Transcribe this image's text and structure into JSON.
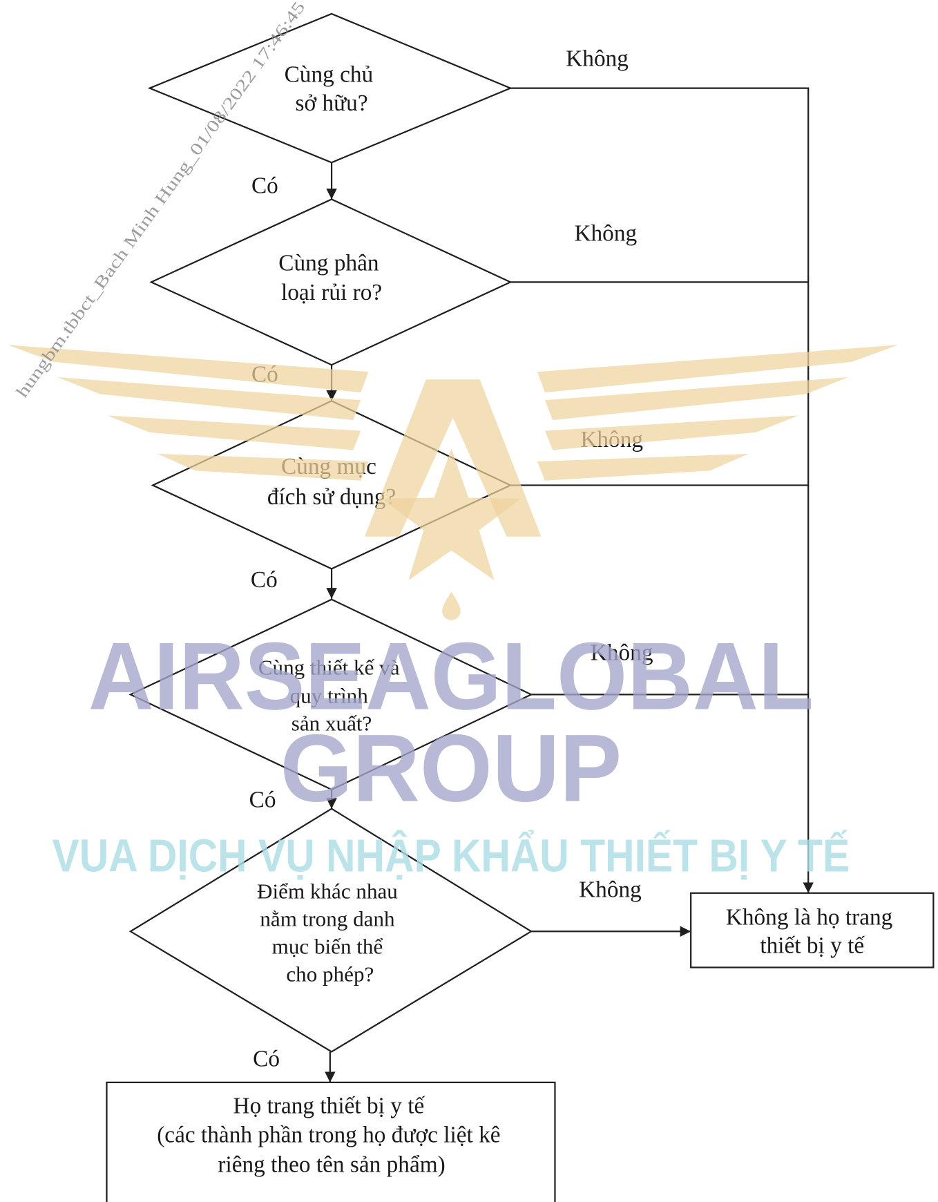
{
  "decisions": [
    {
      "lines": [
        "Cùng chủ",
        "sở hữu?"
      ],
      "yes_label": "Có",
      "no_label": "Không"
    },
    {
      "lines": [
        "Cùng phân",
        "loại rủi ro?"
      ],
      "yes_label": "Có",
      "no_label": "Không"
    },
    {
      "lines": [
        "Cùng mục",
        "đích sử dụng?"
      ],
      "yes_label": "Có",
      "no_label": "Không"
    },
    {
      "lines": [
        "Cùng thiết kế và",
        "quy trình",
        "sản xuất?"
      ],
      "yes_label": "Có",
      "no_label": "Không"
    },
    {
      "lines": [
        "Điểm khác nhau",
        "nằm trong danh",
        "mục biến thể",
        "cho phép?"
      ],
      "yes_label": "Có",
      "no_label": "Không"
    }
  ],
  "outcome_not_family": {
    "lines": [
      "Không là họ trang",
      "thiết bị y tế"
    ]
  },
  "outcome_family": {
    "lines": [
      "Họ trang thiết bị y tế",
      "(các thành phần trong họ được liệt kê",
      "riêng theo tên sản phẩm)"
    ]
  },
  "watermark": {
    "stamp": "hungbm.tbbct_Bach Minh Hung_01/08/2022 17:46:45",
    "brand": "AIRSEAGLOBAL",
    "brand_line2": "GROUP",
    "tagline": "VUA DỊCH VỤ NHẬP KHẨU THIẾT BỊ Y TẾ",
    "logo_icon": "eagle-wings-star-icon"
  },
  "colors": {
    "line": "#1f1f1f",
    "logo": "#efd39c",
    "brand": "#a3a5cc",
    "tagline": "#a9dde3",
    "stamp": "#8c8c8c"
  }
}
